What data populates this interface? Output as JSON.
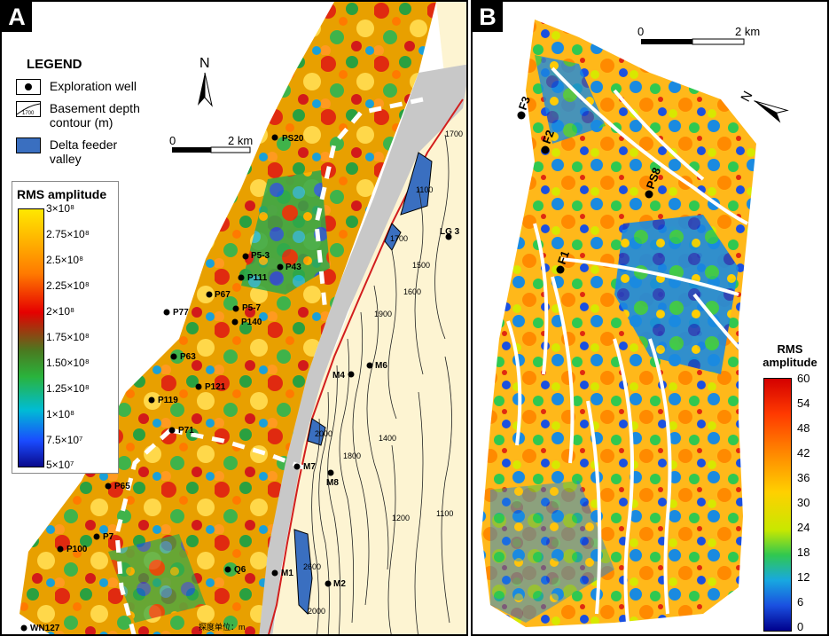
{
  "panel_a": {
    "label": "A",
    "legend": {
      "title": "LEGEND",
      "items": [
        {
          "label": "Exploration well",
          "icon": "well-dot-icon"
        },
        {
          "label": "Basement depth\ncontour (m)",
          "icon": "contour-line-icon",
          "sample": "1700"
        },
        {
          "label": "Delta feeder\nvalley",
          "icon": "valley-swatch-icon"
        }
      ]
    },
    "north": "N",
    "scale": {
      "start": "0",
      "end": "2 km"
    },
    "colorbar": {
      "title": "RMS amplitude",
      "ticks": [
        "3×10⁸",
        "2.75×10⁸",
        "2.5×10⁸",
        "2.25×10⁸",
        "2×10⁸",
        "1.75×10⁸",
        "1.50×10⁸",
        "1.25×10⁸",
        "1×10⁸",
        "7.5×10⁷",
        "5×10⁷"
      ]
    },
    "wells": [
      "PS20",
      "P5-3",
      "P43",
      "P111",
      "P67",
      "P5-7",
      "P77",
      "P140",
      "P63",
      "P121",
      "P119",
      "P71",
      "M7",
      "M8",
      "P65",
      "P7",
      "P100",
      "Q6",
      "M1",
      "M2",
      "WN127",
      "M4",
      "M6",
      "LG 3"
    ],
    "contours": [
      "1700",
      "1100",
      "1700",
      "1500",
      "1600",
      "1900",
      "1400",
      "1800",
      "2000",
      "1200",
      "1100",
      "2600",
      "2000"
    ],
    "footer": "探度单位：m"
  },
  "panel_b": {
    "label": "B",
    "north": "N",
    "scale": {
      "start": "0",
      "end": "2 km"
    },
    "wells": [
      "F3",
      "F2",
      "PS8",
      "F1"
    ],
    "colorbar": {
      "title": "RMS\namplitude",
      "ticks": [
        "60",
        "54",
        "48",
        "42",
        "36",
        "30",
        "24",
        "18",
        "12",
        "6",
        "0"
      ]
    }
  },
  "colors": {
    "valley_blue": "#3a6fc0",
    "fault_red": "#d21e1e",
    "basement_fill": "#fdf4d2",
    "grey_zone": "#c8c8c8"
  }
}
